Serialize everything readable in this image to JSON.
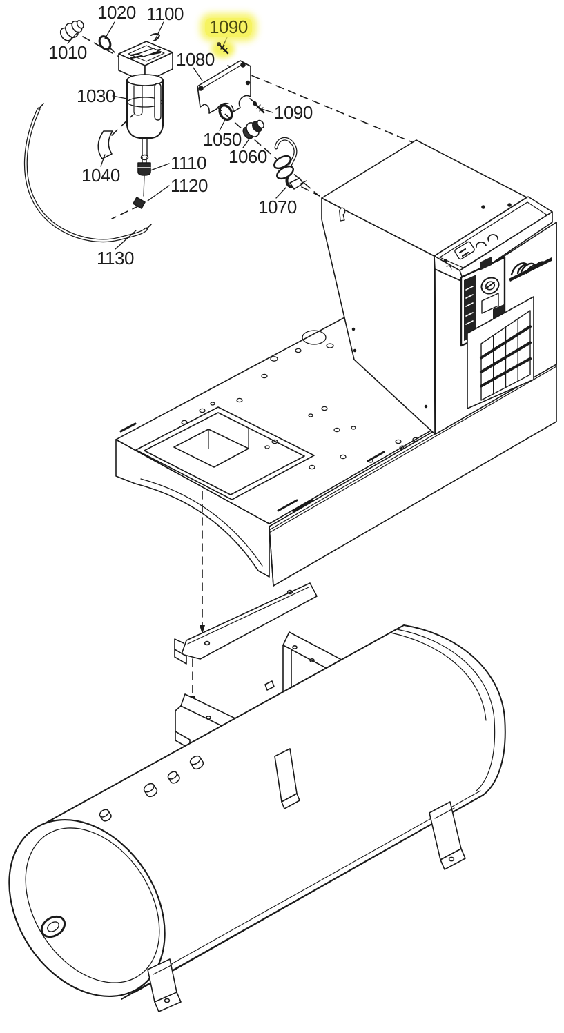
{
  "figure": {
    "kind": "exploded-parts-diagram",
    "subject": "air compressor filter assembly, cabinet base and horizontal tank"
  },
  "colors": {
    "line": "#1a1a1a",
    "background": "#ffffff",
    "highlight": "#f6f361",
    "highlight_text": "#4a4a12"
  },
  "callouts": [
    {
      "text": "1010",
      "highlighted": false
    },
    {
      "text": "1020",
      "highlighted": false
    },
    {
      "text": "1100",
      "highlighted": false
    },
    {
      "text": "1090",
      "highlighted": true
    },
    {
      "text": "1080",
      "highlighted": false
    },
    {
      "text": "1030",
      "highlighted": false
    },
    {
      "text": "1090",
      "highlighted": false
    },
    {
      "text": "1050",
      "highlighted": false
    },
    {
      "text": "1060",
      "highlighted": false
    },
    {
      "text": "1040",
      "highlighted": false
    },
    {
      "text": "1110",
      "highlighted": false
    },
    {
      "text": "1120",
      "highlighted": false
    },
    {
      "text": "1070",
      "highlighted": false
    },
    {
      "text": "1130",
      "highlighted": false
    }
  ]
}
